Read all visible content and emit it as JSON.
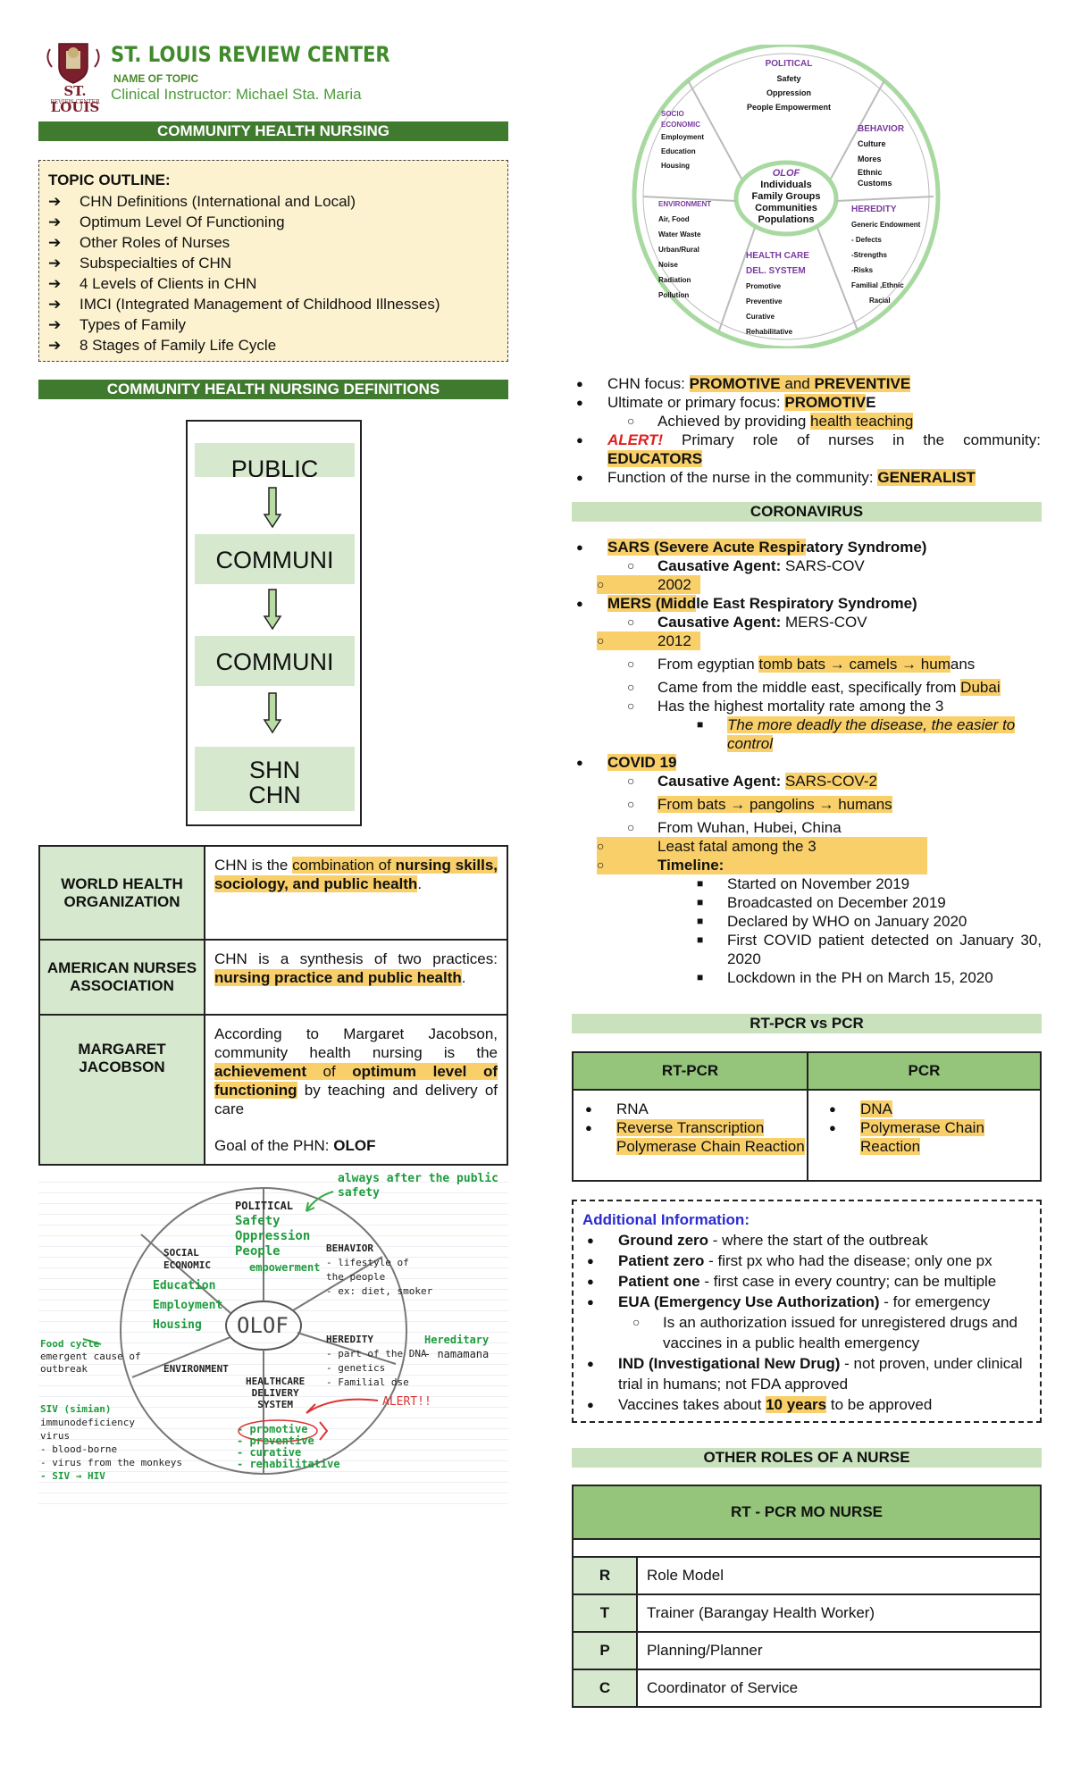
{
  "header": {
    "logo_text": "ST. LOUIS",
    "logo_sub": "REVIEW CENTER",
    "title": "ST. LOUIS REVIEW CENTER",
    "name_of_topic": "NAME OF TOPIC",
    "instructor_label": "Clinical Instructor:",
    "instructor_name": "Michael Sta. Maria"
  },
  "left": {
    "main_title": "COMMUNITY HEALTH NURSING",
    "outline_title": "TOPIC OUTLINE:",
    "outline": [
      "CHN Definitions (International and Local)",
      "Optimum Level Of Functioning",
      "Other Roles of Nurses",
      "Subspecialties of CHN",
      "4 Levels of Clients in CHN",
      "IMCI (Integrated Management of Childhood Illnesses)",
      "Types of Family",
      "8 Stages of Family Life Cycle"
    ],
    "definitions_title": "COMMUNITY HEALTH NURSING DEFINITIONS",
    "flow": [
      "PUBLIC",
      "COMMUNI",
      "COMMUNI",
      "SHN",
      "CHN"
    ],
    "defs": {
      "who_org": "WORLD HEALTH ORGANIZATION",
      "who_a": "CHN is the ",
      "who_b": "combination of ",
      "who_c": "nursing skills, sociology, and public health",
      "who_d": ".",
      "ana_org": "AMERICAN NURSES ASSOCIATION",
      "ana_a": "CHN is a synthesis of two practices: ",
      "ana_b": "nursing practice and public health",
      "ana_c": ".",
      "mj_org": "MARGARET JACOBSON",
      "mj_a": "According to Margaret Jacobson, community health nursing is the ",
      "mj_b": "achievement",
      "mj_c": " of ",
      "mj_d": "optimum level of functioning",
      "mj_e": " by teaching and delivery of care",
      "mj_goal_label": "Goal of the PHN: ",
      "mj_goal": "OLOF"
    },
    "sketch": {
      "note_top": "always after the public safety",
      "political": "POLITICAL",
      "safety": "Safety",
      "oppression": "Oppression",
      "people": "People",
      "empowerment": "empowerment",
      "behavior": "BEHAVIOR",
      "behavior_1": "- lifestyle of",
      "behavior_2": "the people",
      "behavior_3": "- ex: diet, smoker",
      "social": "SOCIAL",
      "economic": "ECONOMIC",
      "education": "Education",
      "employment": "Employment",
      "housing": "Housing",
      "center": "OLOF",
      "heredity": "HEREDITY",
      "heredity_1": "- part of the DNA",
      "heredity_2": "- genetics",
      "heredity_3": "- Familial dse",
      "hereditary": "Hereditary",
      "hereditary_2": "- namamana",
      "environment": "ENVIRONMENT",
      "healthcare_1": "HEALTHCARE",
      "healthcare_2": "DELIVERY",
      "healthcare_3": "SYSTEM",
      "hc_1": "- promotive",
      "hc_2": "- preventive",
      "hc_3": "- curative",
      "hc_4": "- rehabilitative",
      "alert": "ALERT!!",
      "food_cycle": "Food cycle",
      "emergent_1": "emergent cause of",
      "emergent_2": "outbreak",
      "siv": "SIV (simian)",
      "siv_1": "immunodeficiency",
      "siv_2": "virus",
      "siv_3": "- blood-borne",
      "siv_4": "- virus from the monkeys",
      "siv_5": "- SIV → HIV"
    }
  },
  "right": {
    "wheel": {
      "political": "POLITICAL",
      "pol_items": [
        "Safety",
        "Oppression",
        "People Empowerment"
      ],
      "socio": "SOCIO",
      "economic": "ECONOMIC",
      "soc_items": [
        "Employment",
        "Education",
        "Housing"
      ],
      "behavior": "BEHAVIOR",
      "beh_items": [
        "Culture",
        "Mores",
        "Ethnic",
        "Customs"
      ],
      "environment": "ENVIRONMENT",
      "env_items": [
        "Air, Food",
        "Water Waste",
        "Urban/Rural",
        "Noise",
        "Radiation",
        "Pollution"
      ],
      "heredity": "HEREDITY",
      "her_items": [
        "Generic Endowment",
        "- Defects",
        "-Strengths",
        "-Risks",
        "Familial ,Ethnic",
        "Racial"
      ],
      "healthcare": "HEALTH CARE",
      "delsystem": "DEL. SYSTEM",
      "hc_items": [
        "Promotive",
        "Preventive",
        "Curative",
        "Rehabilitative"
      ],
      "center_title": "OLOF",
      "center_items": [
        "Individuals",
        "Family Groups",
        "Communities",
        "Populations"
      ]
    },
    "focus": {
      "l1_a": "CHN focus: ",
      "l1_b": "PROMOTIVE",
      "l1_c": " and ",
      "l1_d": "PREVENTIVE",
      "l2_a": "Ultimate or primary focus: ",
      "l2_b": "PROMOTIV",
      "l2_c": "E",
      "l3_a": "Achieved by providing ",
      "l3_b": "health teaching",
      "l4_alert": "ALERT!",
      "l4_a": " Primary role of nurses in the community: ",
      "l4_b": "EDUCATORS",
      "l5_a": "Function of the nurse in the community: ",
      "l5_b": "GENERALIST"
    },
    "corona_title": "CORONAVIRUS",
    "sars": {
      "name_hl": "SARS (Severe Acute Respir",
      "name_rest": "atory Syndrome)",
      "agent_label": "Causative Agent:",
      "agent": " SARS-COV",
      "year": "2002"
    },
    "mers": {
      "name_hl": "MERS (Midd",
      "name_rest": "le East Respiratory Syndrome)",
      "agent_label": "Causative Agent:",
      "agent": " MERS-COV",
      "year": "2012",
      "from_a": "From egyptian ",
      "from_b": "tomb bats → camels → hum",
      "from_c": "ans",
      "came_a": "Came from the middle east, specifically from ",
      "came_b": "Dubai",
      "highest": "Has the highest mortality rate among the 3",
      "deadly": "The more deadly the disease, the easier to control"
    },
    "covid": {
      "name": "COVID 19",
      "agent_label": "Causative Agent:",
      "agent": "SARS-COV-2",
      "from": "From bats →  pangolins →  humans",
      "wuhan": "From Wuhan, Hubei, China",
      "least": "Least fatal among the 3",
      "timeline": "Timeline:",
      "timeline_items": [
        "Started on November 2019",
        "Broadcasted on December 2019",
        "Declared by WHO on January 2020",
        "First COVID patient detected on January 30, 2020",
        "Lockdown in the PH on March 15, 2020"
      ]
    },
    "pcr": {
      "title": "RT-PCR vs PCR",
      "col1": "RT-PCR",
      "col2": "PCR",
      "rt_1": "RNA",
      "rt_2": "Reverse Transcription Polymerase Chain Reaction",
      "p_1": "DNA",
      "p_2": "Polymerase Chain Reaction"
    },
    "additional": {
      "title": "Additional Information:",
      "gz_b": "Ground zero",
      "gz": " - where the start of the outbreak",
      "pz_b": "Patient zero",
      "pz": " - first px who had the disease; only one px",
      "po_b": "Patient one",
      "po": " - first case in every country; can be multiple",
      "eua_b": "EUA (Emergency Use Authorization)",
      "eua": " - for emergency",
      "eua_sub": "Is an authorization issued for unregistered drugs and vaccines in a public health emergency",
      "ind_b": "IND (Investigational New Drug)",
      "ind": " - not proven, under clinical trial in humans; not FDA approved",
      "vac_a": "Vaccines takes about ",
      "vac_b": "10 years",
      "vac_c": " to be approved"
    },
    "roles": {
      "title": "OTHER ROLES OF A NURSE",
      "table_title": "RT - PCR MO NURSE",
      "rows": [
        {
          "k": "R",
          "v": "Role Model"
        },
        {
          "k": "T",
          "v": "Trainer (Barangay Health Worker)"
        },
        {
          "k": "P",
          "v": "Planning/Planner"
        },
        {
          "k": "C",
          "v": "Coordinator of Service"
        }
      ]
    }
  }
}
